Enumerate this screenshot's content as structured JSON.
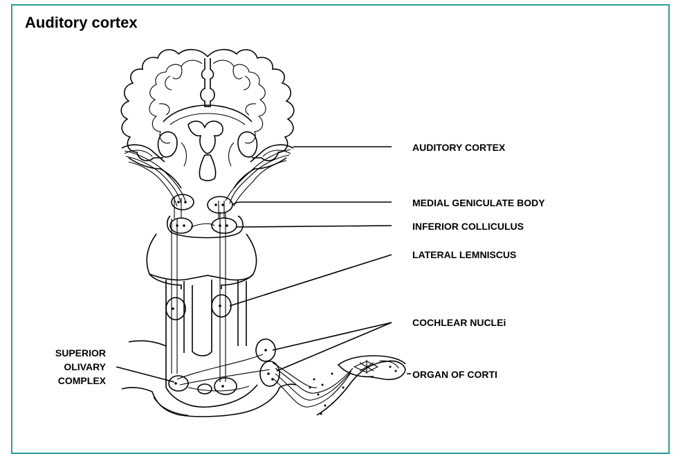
{
  "title": "Auditory cortex",
  "labels": {
    "auditory_cortex": "AUDITORY CORTEX",
    "medial_geniculate_body": "MEDIAL GENICULATE BODY",
    "inferior_colliculus": "INFERIOR COLLICULUS",
    "lateral_lemniscus": "LATERAL LEMNISCUS",
    "cochlear_nuclei": "COCHLEAR NUCLEi",
    "organ_of_corti": "ORGAN OF CORTI",
    "superior_olivary_complex": [
      "SUPERIOR",
      "OLIVARY",
      "COMPLEX"
    ]
  },
  "colors": {
    "border": "#2a9d96",
    "ink": "#000000"
  }
}
